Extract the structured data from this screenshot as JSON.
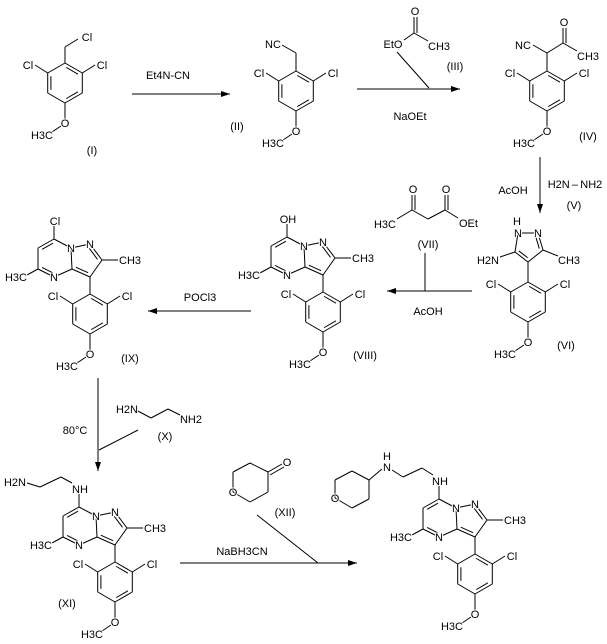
{
  "compounds": {
    "I": {
      "label": "(I)",
      "chain_cl": "Cl",
      "ring": {
        "cl_left": "Cl",
        "cl_right": "Cl",
        "o": "O",
        "me": "H3C"
      }
    },
    "II": {
      "label": "(II)",
      "nc": "NC",
      "ring": {
        "cl_left": "Cl",
        "cl_right": "Cl",
        "o": "O",
        "me": "H3C"
      }
    },
    "III": {
      "label": "(III)",
      "eto": "EtO",
      "o": "O",
      "ch3": "CH3"
    },
    "IV": {
      "label": "(IV)",
      "nc": "NC",
      "o": "O",
      "ch3": "CH3",
      "ring": {
        "cl_left": "Cl",
        "cl_right": "Cl",
        "o": "O",
        "me": "H3C"
      }
    },
    "V": {
      "label": "(V)",
      "formula": "H2N – NH2"
    },
    "VI": {
      "label": "(VI)",
      "h": "H",
      "n1": "N",
      "n2": "N",
      "nh2": "H2N",
      "ch3": "CH3",
      "ring": {
        "cl_left": "Cl",
        "cl_right": "Cl",
        "o": "O",
        "me": "H3C"
      }
    },
    "VII": {
      "label": "(VII)",
      "h3c": "H3C",
      "o1": "O",
      "o2": "O",
      "oet": "OEt"
    },
    "VIII": {
      "label": "(VIII)",
      "core": {
        "sub": "OH",
        "n1": "N",
        "n2": "N",
        "n4": "N",
        "ch3": "CH3",
        "h3c": "H3C"
      },
      "ring": {
        "cl_left": "Cl",
        "cl_right": "Cl",
        "o": "O",
        "me": "H3C"
      }
    },
    "IX": {
      "label": "(IX)",
      "core": {
        "sub": "Cl",
        "n1": "N",
        "n2": "N",
        "n4": "N",
        "ch3": "CH3",
        "h3c": "H3C"
      },
      "ring": {
        "cl_left": "Cl",
        "cl_right": "Cl",
        "o": "O",
        "me": "H3C"
      }
    },
    "X": {
      "label": "(X)",
      "h2n": "H2N",
      "nh2": "NH2"
    },
    "XI": {
      "label": "(XI)",
      "h2n": "H2N",
      "core": {
        "sub": "NH",
        "n1": "N",
        "n2": "N",
        "n4": "N",
        "ch3": "CH3",
        "h3c": "H3C"
      },
      "ring": {
        "cl_left": "Cl",
        "cl_right": "Cl",
        "o": "O",
        "me": "H3C"
      }
    },
    "XII": {
      "label": "(XII)",
      "o_ring": "O",
      "o_keto": "O"
    },
    "P": {
      "o_ring": "O",
      "n": "N",
      "h": "H",
      "core": {
        "sub": "NH",
        "n1": "N",
        "n2": "N",
        "n4": "N",
        "ch3": "CH3",
        "h3c": "H3C"
      },
      "ring": {
        "cl_left": "Cl",
        "cl_right": "Cl",
        "o": "O",
        "me": "H3C"
      }
    }
  },
  "reagents": {
    "step1": "Et4N-CN",
    "step2": "NaOEt",
    "step3": "AcOH",
    "step4": "AcOH",
    "step5": "POCl3",
    "step6": "80°C",
    "step7": "NaBH3CN"
  }
}
